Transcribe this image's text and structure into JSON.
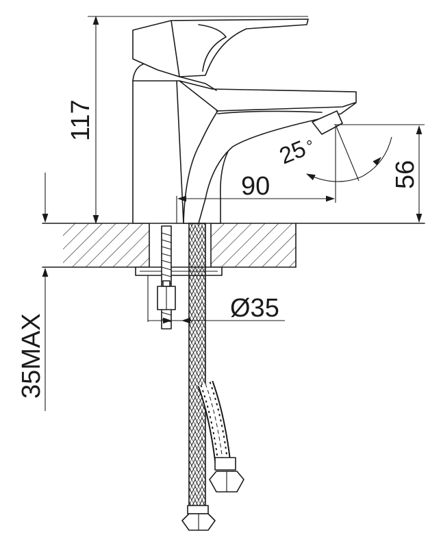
{
  "dimensions": {
    "height_total": "117",
    "spout_reach": "90",
    "spout_height": "56",
    "swivel_angle": "25",
    "degree_symbol": "°",
    "hole_diameter": "Ø35",
    "deck_thickness": "35MAX"
  },
  "colors": {
    "ink": "#1a1a1a",
    "paper": "#ffffff"
  }
}
